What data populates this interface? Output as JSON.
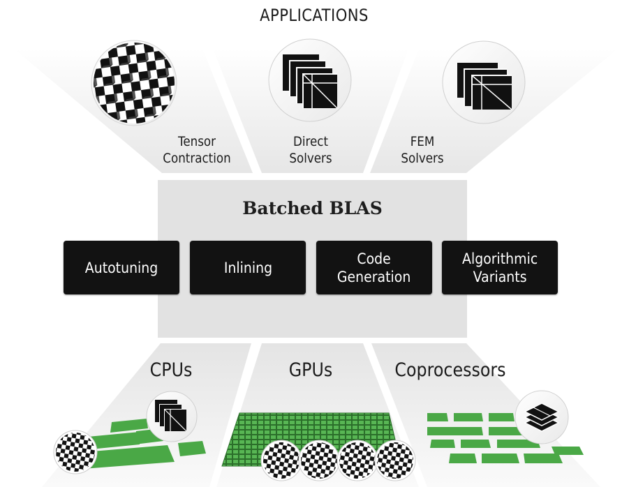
{
  "title": "APPLICATIONS",
  "applications": [
    {
      "name": "tensor",
      "label": "Tensor\nContraction"
    },
    {
      "name": "direct",
      "label": "Direct\nSolvers"
    },
    {
      "name": "fem",
      "label": "FEM\nSolvers"
    }
  ],
  "core": {
    "title": "Batched BLAS",
    "blocks": [
      {
        "label": "Autotuning"
      },
      {
        "label": "Inlining"
      },
      {
        "label": "Code\nGeneration"
      },
      {
        "label": "Algorithmic\nVariants"
      }
    ]
  },
  "hardware": [
    {
      "label": "CPUs"
    },
    {
      "label": "GPUs"
    },
    {
      "label": "Coprocessors"
    }
  ],
  "colors": {
    "panel": "#e2e2e2",
    "block": "#121212",
    "green": "#4aa846",
    "fan": "#eeeeee"
  },
  "icons": [
    "checker-cube-icon",
    "matrix-stack-icon",
    "layer-stack-icon",
    "checkerboard-icon"
  ]
}
